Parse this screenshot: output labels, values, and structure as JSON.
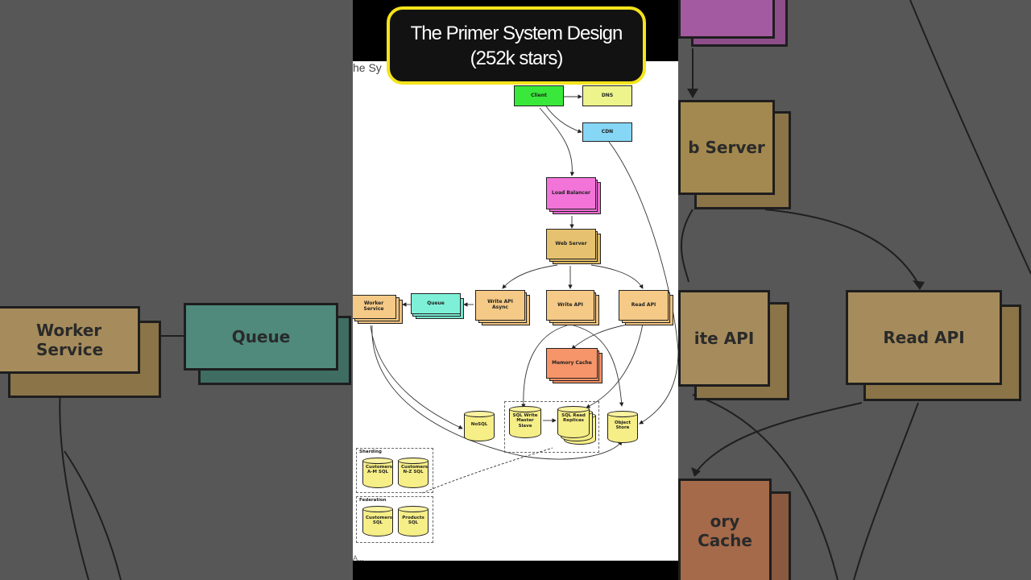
{
  "banner": {
    "line1": "The Primer System Design",
    "line2": "(252k stars)"
  },
  "document": {
    "heading_partial": "he Sy",
    "footer_partial": "A..."
  },
  "diagram": {
    "nodes": {
      "client": "Client",
      "dns": "DNS",
      "cdn": "CDN",
      "load_balancer": "Load Balancer",
      "web_server": "Web Server",
      "write_api_async": "Write API Async",
      "write_api": "Write API",
      "read_api": "Read API",
      "queue": "Queue",
      "worker_service": "Worker Service",
      "memory_cache": "Memory Cache",
      "nosql": "NoSQL",
      "sql_write_master_slave": "SQL Write Master Slave",
      "sql_read_replicas": "SQL Read Replicas",
      "object_store": "Object Store",
      "customers_a_m_sql": "Customers A-M SQL",
      "customers_n_z_sql": "Customers N-Z SQL",
      "customers_sql": "Customers SQL",
      "products_sql": "Products SQL"
    },
    "groups": {
      "sharding": "Sharding",
      "federation": "Federation"
    },
    "colors": {
      "client": "#39e83a",
      "dns": "#eef48c",
      "cdn": "#86d6f6",
      "load_balancer": "#f274d9",
      "web_server": "#e6c16f",
      "api": "#f5c986",
      "queue": "#7ff0d8",
      "memory_cache": "#f7956a",
      "storage": "#f6ee86"
    }
  },
  "background": {
    "labels": {
      "worker_service": "Worker Service",
      "queue": "Queue",
      "web_server_partial": "b Server",
      "write_api_partial": "ite API",
      "read_api": "Read API",
      "memory_cache_partial": "ory Cache"
    }
  }
}
